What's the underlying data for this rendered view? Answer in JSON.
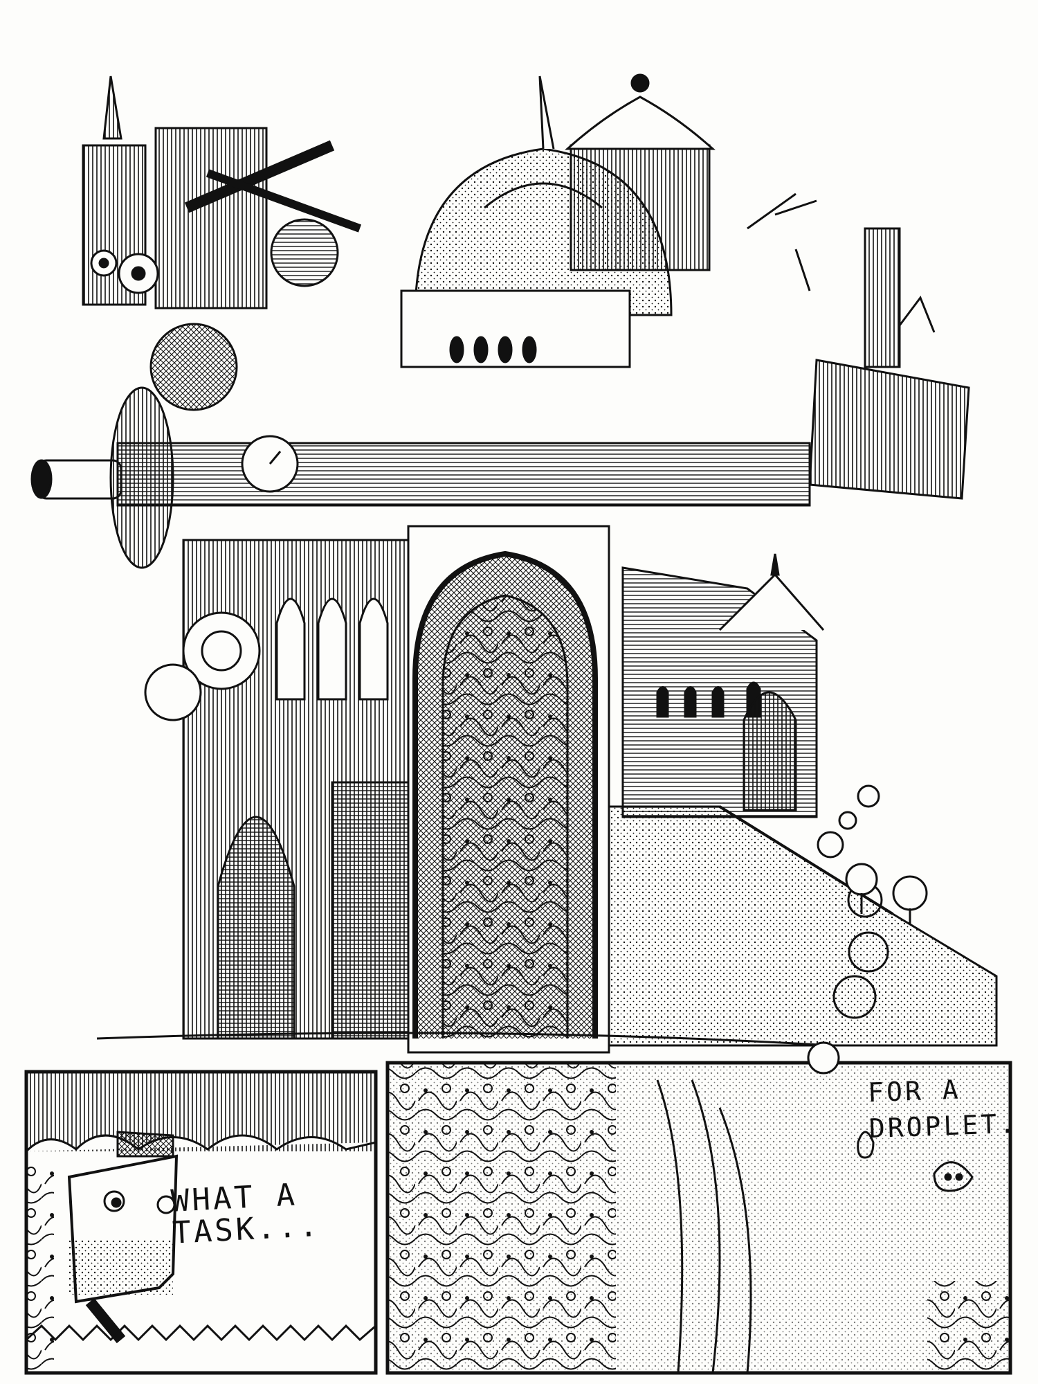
{
  "comic": {
    "panel_left_caption": "WHAT A TASK...",
    "panel_right_caption_line1": "FOR A",
    "panel_right_caption_line2": "DROPLET.",
    "ink_color": "#111111",
    "paper_color": "#fdfdfb"
  }
}
